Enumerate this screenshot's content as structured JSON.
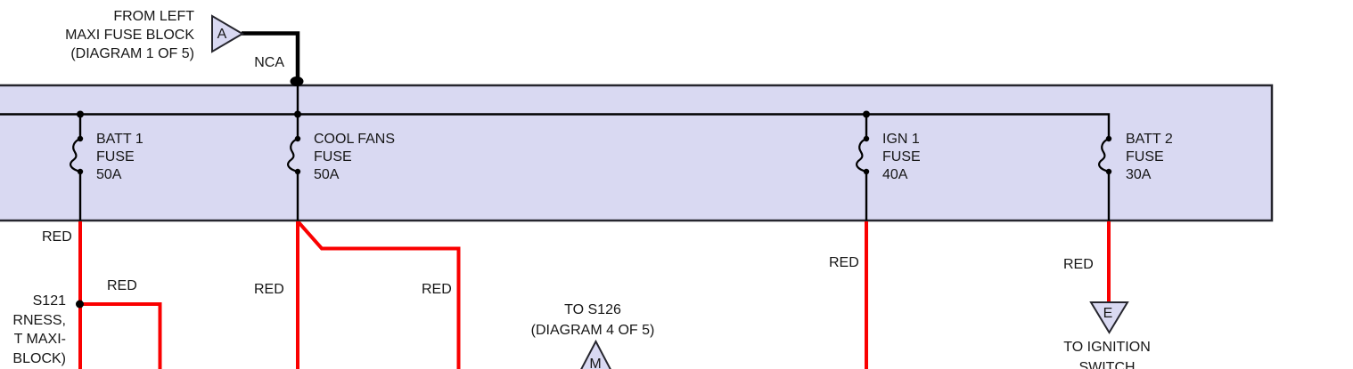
{
  "colors": {
    "wire_red": "#fa0000",
    "wire_black": "#000000",
    "block_fill": "#d9d9f2",
    "connector_fill": "#d9d9f2",
    "outline": "#26262e"
  },
  "source_note": {
    "line1": "FROM LEFT",
    "line2": "MAXI FUSE BLOCK",
    "line3": "(DIAGRAM 1 OF 5)"
  },
  "connector_a": {
    "letter": "A"
  },
  "nca_label": "NCA",
  "fuse_block": {
    "fuses": [
      {
        "name": "BATT 1",
        "type": "FUSE",
        "rating": "50A"
      },
      {
        "name": "COOL FANS",
        "type": "FUSE",
        "rating": "50A"
      },
      {
        "name": "IGN 1",
        "type": "FUSE",
        "rating": "40A"
      },
      {
        "name": "BATT 2",
        "type": "FUSE",
        "rating": "30A"
      }
    ]
  },
  "wire_labels": {
    "batt1_red": "RED",
    "splice_branch_red": "RED",
    "coolfans_red_left": "RED",
    "coolfans_red_right": "RED",
    "ign1_red": "RED",
    "batt2_red": "RED"
  },
  "splice_note": {
    "name": "S121",
    "frag1": "RNESS,",
    "frag2": "T MAXI-",
    "frag3": "BLOCK)"
  },
  "s126_note": {
    "line1": "TO S126",
    "line2": "(DIAGRAM 4 OF 5)"
  },
  "connector_m": {
    "letter": "M"
  },
  "connector_e": {
    "letter": "E"
  },
  "ignition_note": {
    "line1": "TO IGNITION",
    "line2": "SWITCH"
  }
}
